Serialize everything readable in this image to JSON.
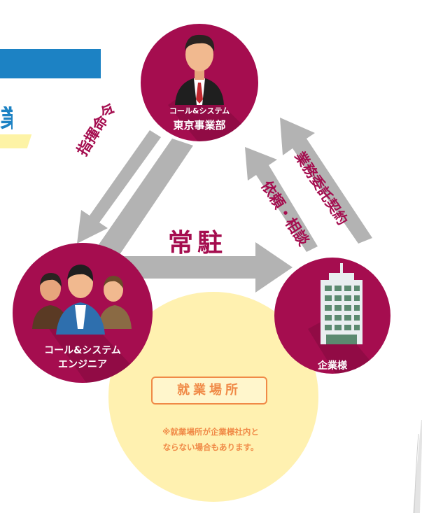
{
  "nodes": {
    "tokyo": {
      "line1": "コール&システム",
      "line2": "東京事業部"
    },
    "engineer": {
      "line1": "コール&システム",
      "line2": "エンジニア"
    },
    "company": {
      "label": "企業様"
    }
  },
  "arrows": {
    "command": "指揮命令",
    "request": "依頼・相談",
    "contract": "業務委託契約",
    "dispatch": "常駐"
  },
  "workplace": {
    "title": "就業場所",
    "note_line1": "※就業場所が企業様社内と",
    "note_line2": "ならない場合もあります。"
  },
  "partial_glyph": "業",
  "colors": {
    "circle": "#a50d4f",
    "arrow": "#b3b3b3",
    "workplace_fill": "#fff1b0",
    "accent_orange": "#f08a47",
    "banner_blue": "#1c82c4"
  }
}
